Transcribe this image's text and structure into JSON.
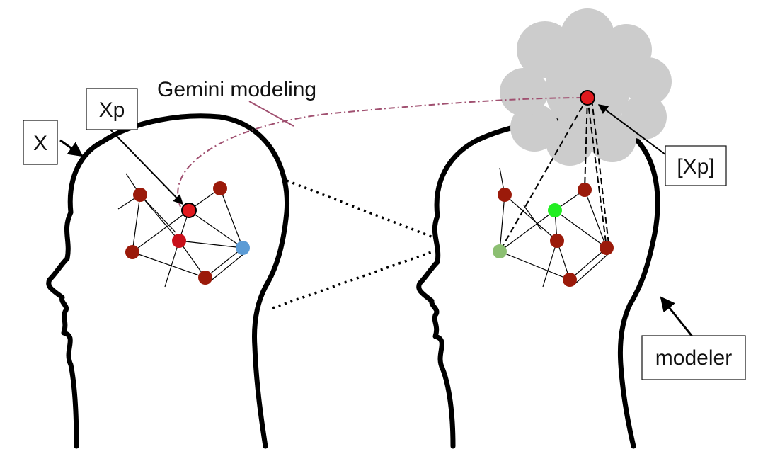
{
  "labels": {
    "x": "X",
    "xp": "Xp",
    "gemini": "Gemini modeling",
    "xp_model": "[Xp]",
    "modeler": "modeler"
  },
  "colors": {
    "background": "#ffffff",
    "head_outline": "#000000",
    "network_node": "#9b1a0a",
    "highlight_node": "#e0191e",
    "blue_node": "#5b9bd5",
    "bright_green_node": "#22ee22",
    "pale_green_node": "#8cbf72",
    "cloud": "#cccccc",
    "gemini_line": "#a05070"
  }
}
